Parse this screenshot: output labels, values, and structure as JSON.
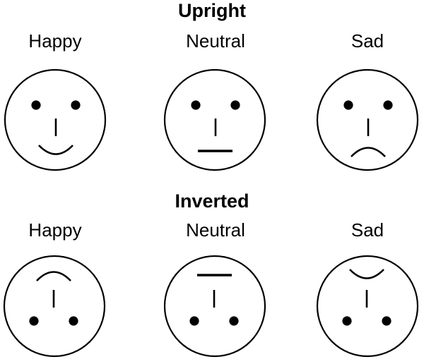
{
  "figure": {
    "background_color": "#ffffff",
    "line_color": "#000000",
    "sections": [
      {
        "title": "Upright",
        "orientation": "upright",
        "faces": [
          {
            "label": "Happy",
            "expression": "happy",
            "mouth": "arc-up"
          },
          {
            "label": "Neutral",
            "expression": "neutral",
            "mouth": "straight-line"
          },
          {
            "label": "Sad",
            "expression": "sad",
            "mouth": "arc-down"
          }
        ]
      },
      {
        "title": "Inverted",
        "orientation": "inverted",
        "faces": [
          {
            "label": "Happy",
            "expression": "happy",
            "mouth": "arc-up"
          },
          {
            "label": "Neutral",
            "expression": "neutral",
            "mouth": "straight-line"
          },
          {
            "label": "Sad",
            "expression": "sad",
            "mouth": "arc-down"
          }
        ]
      }
    ],
    "labels": {
      "upright_title": "Upright",
      "inverted_title": "Inverted",
      "upright_happy": "Happy",
      "upright_neutral": "Neutral",
      "upright_sad": "Sad",
      "inverted_happy": "Happy",
      "inverted_neutral": "Neutral",
      "inverted_sad": "Sad"
    }
  }
}
